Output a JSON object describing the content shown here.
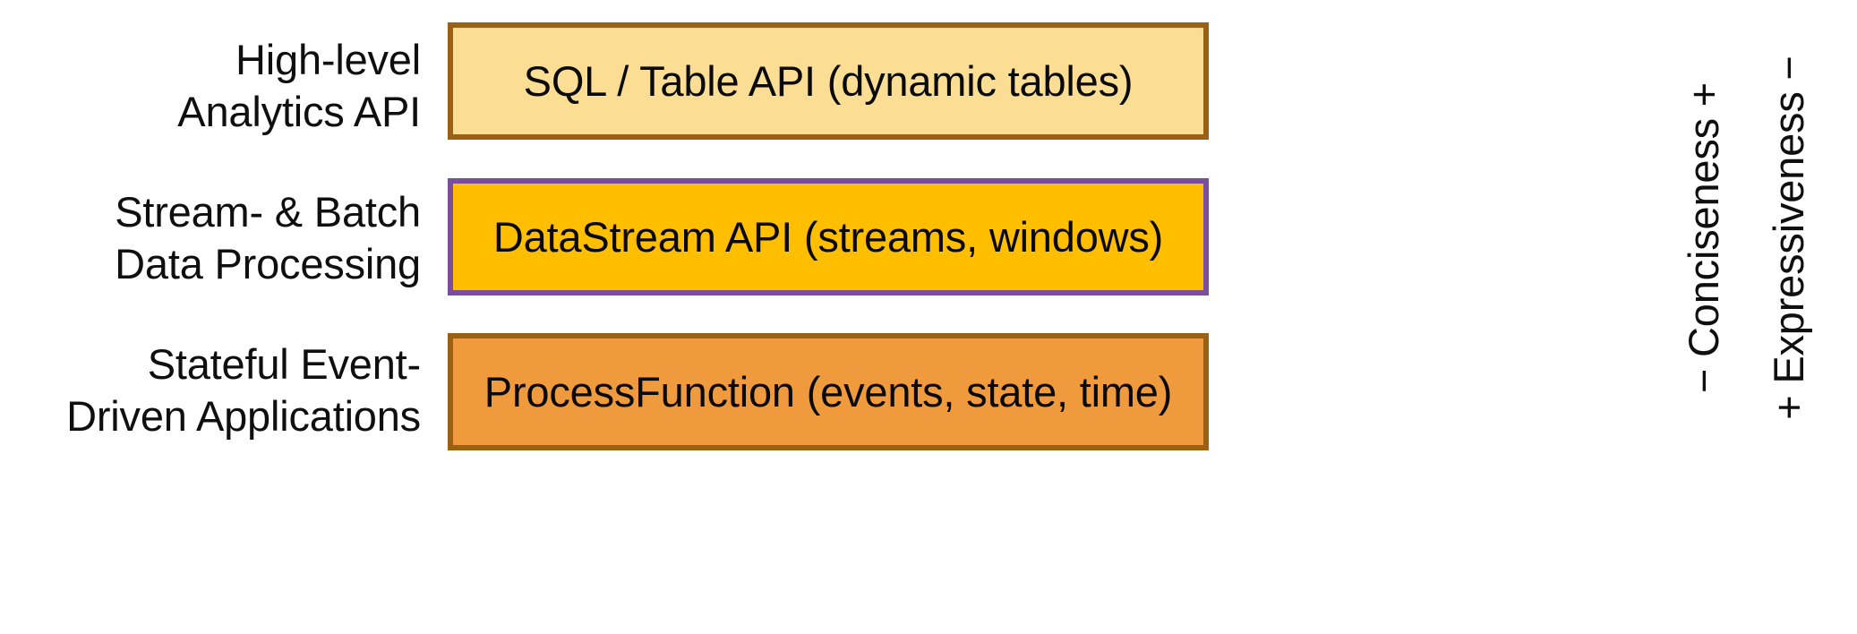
{
  "diagram": {
    "type": "layered-api-stack",
    "rows": [
      {
        "label": "High-level\nAnalytics API",
        "box_text": "SQL / Table API (dynamic tables)",
        "fill": "#FBDE94",
        "border": "#9A6114"
      },
      {
        "label": "Stream- & Batch\nData Processing",
        "box_text": "DataStream API (streams, windows)",
        "fill": "#FFBE00",
        "border": "#7A4D9E"
      },
      {
        "label": "Stateful Event-\nDriven Applications",
        "box_text": "ProcessFunction (events, state, time)",
        "fill": "#F09A3E",
        "border": "#9A6114"
      }
    ],
    "axes": [
      {
        "text": "− Conciseness +"
      },
      {
        "text": "+ Expressiveness −"
      }
    ]
  }
}
